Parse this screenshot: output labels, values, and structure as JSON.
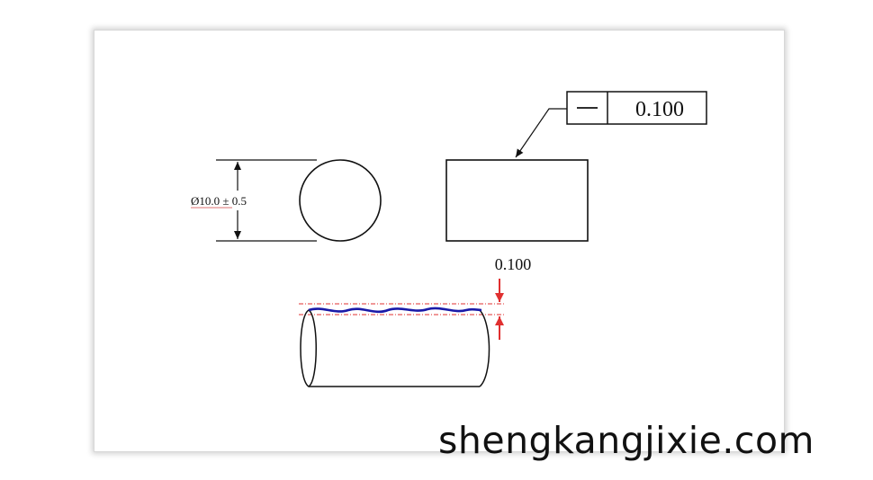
{
  "diameter_dimension": "Ø10.0 ± 0.5",
  "fcf": {
    "symbol": "—",
    "tolerance": "0.100"
  },
  "zone_label": "0.100",
  "watermark": "shengkangjixie.com",
  "colors": {
    "line": "#111111",
    "tolerance_zone": "#e03030",
    "surface_profile": "#1a1aa8",
    "background": "#ffffff"
  }
}
